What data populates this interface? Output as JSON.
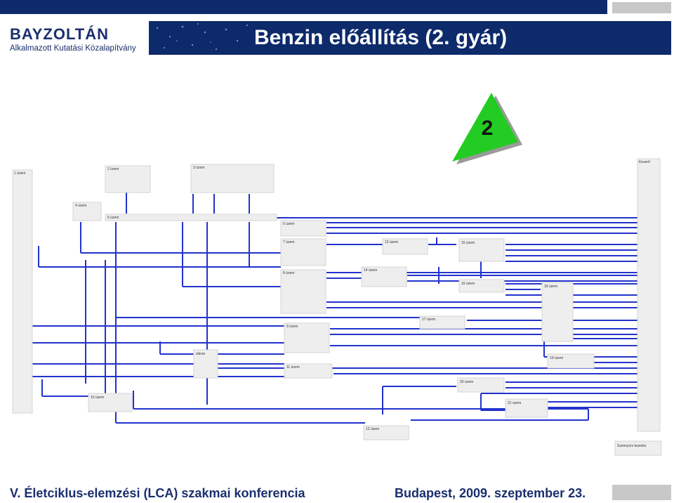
{
  "logo": {
    "name": "BAYZOLTÁN",
    "subtitle": "Alkalmazott Kutatási Közalapítvány"
  },
  "header": {
    "title": "Benzin előállítás (2. gyár)"
  },
  "badge": {
    "label": "2",
    "color": "#22cc22"
  },
  "diagram": {
    "line_color": "#2233cc",
    "box_color": "#eeeeee",
    "nodes": [
      {
        "id": "n1",
        "label": "1 üzem"
      },
      {
        "id": "n2",
        "label": "2 üzem"
      },
      {
        "id": "n3",
        "label": "3 üzem"
      },
      {
        "id": "n4",
        "label": "4 üzem"
      },
      {
        "id": "n5",
        "label": "5 üzem"
      },
      {
        "id": "n6",
        "label": "6 üzem"
      },
      {
        "id": "n7",
        "label": "7 üzem"
      },
      {
        "id": "n8",
        "label": "8 üzem"
      },
      {
        "id": "n9",
        "label": "9 üzem"
      },
      {
        "id": "n10",
        "label": "10 üzem"
      },
      {
        "id": "n11",
        "label": "11 üzem"
      },
      {
        "id": "n12",
        "label": "12 üzem"
      },
      {
        "id": "n13",
        "label": "13 üzem"
      },
      {
        "id": "n14",
        "label": "14 üzem"
      },
      {
        "id": "n15",
        "label": "15 üzem"
      },
      {
        "id": "n16",
        "label": "16 üzem"
      },
      {
        "id": "n17",
        "label": "17 üzem"
      },
      {
        "id": "n18",
        "label": "18 üzem"
      },
      {
        "id": "n19",
        "label": "19 üzem"
      },
      {
        "id": "n20",
        "label": "20 üzem"
      },
      {
        "id": "n21",
        "label": "21 üzem"
      },
      {
        "id": "nm",
        "label": "sikron"
      },
      {
        "id": "nk",
        "label": "Keverő"
      },
      {
        "id": "ns",
        "label": "Szennyvíz kezelés"
      }
    ]
  },
  "footer": {
    "left": "V. Életciklus-elemzési (LCA) szakmai konferencia",
    "right": "Budapest, 2009. szeptember 23."
  }
}
